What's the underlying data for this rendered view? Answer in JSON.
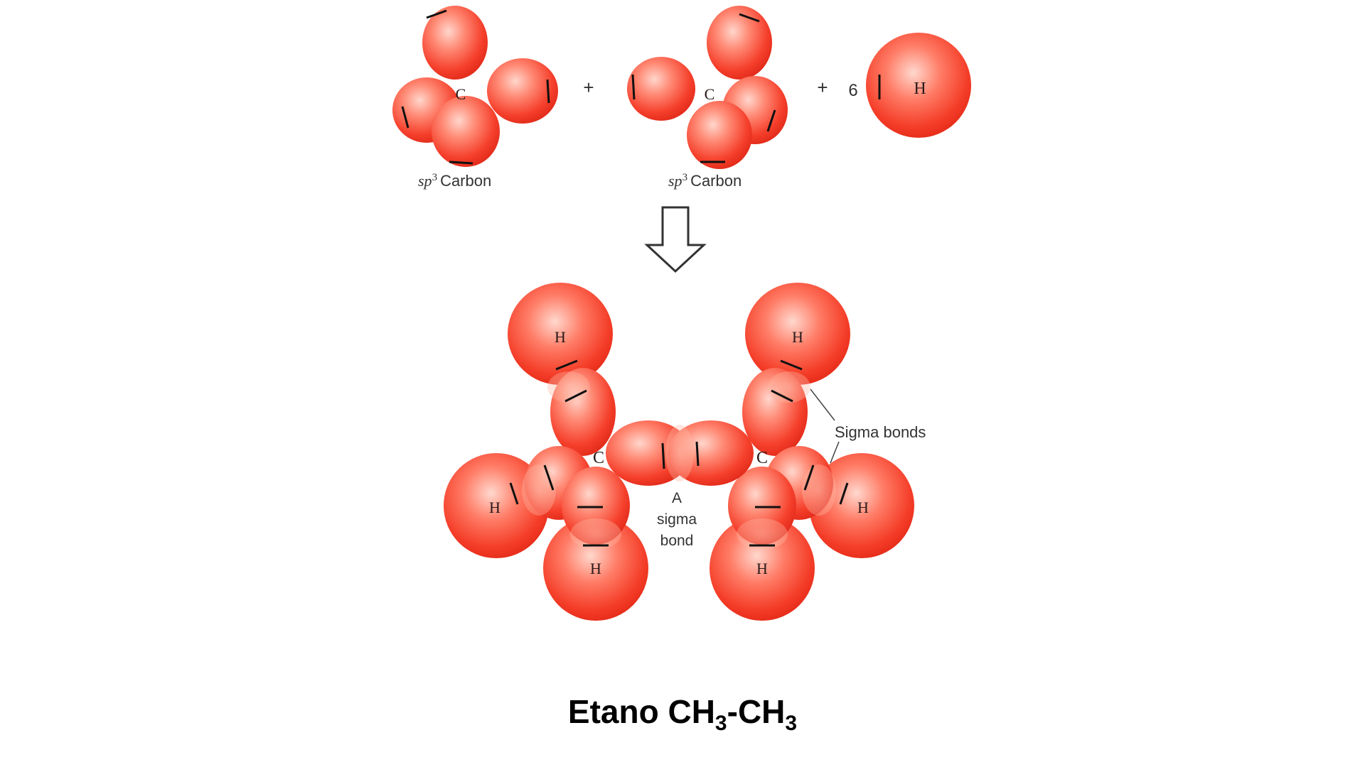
{
  "reactants": {
    "carbon1_label_prefix": "sp",
    "carbon1_label_sup": "3",
    "carbon1_label_text": "Carbon",
    "carbon2_label_prefix": "sp",
    "carbon2_label_sup": "3",
    "carbon2_label_text": "Carbon",
    "carbon_symbol": "C",
    "plus1": "+",
    "plus2": "+",
    "h_coefficient": "6",
    "hydrogen_symbol": "H"
  },
  "arrow": {
    "icon": "hollow-down-arrow-icon"
  },
  "product": {
    "carbon_symbol": "C",
    "hydrogen_symbol": "H",
    "sigma_bond_label_line1": "A",
    "sigma_bond_label_line2": "sigma",
    "sigma_bond_label_line3": "bond",
    "sigma_bonds_label": "Sigma bonds"
  },
  "title": {
    "name": "Etano",
    "formula_part1": "CH",
    "sub1": "3",
    "dash": "-",
    "formula_part2": "CH",
    "sub2": "3"
  },
  "colors": {
    "orbital_highlight": "#ffd0c4",
    "orbital_mid": "#ff6a55",
    "orbital_edge": "#e8281a",
    "text": "#000000"
  }
}
